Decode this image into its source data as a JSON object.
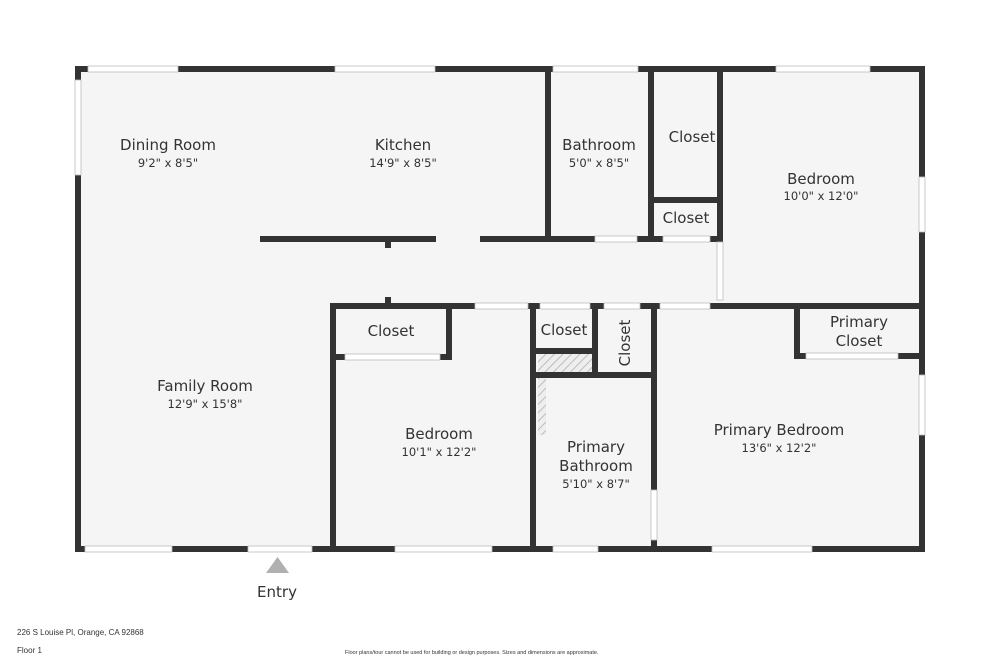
{
  "colors": {
    "wall": "#333333",
    "floor": "#f5f5f5",
    "window": "#ffffff",
    "entry_marker": "#b0b0b0"
  },
  "rooms": [
    {
      "name": "Dining Room",
      "dims": "9'2\" x 8'5\""
    },
    {
      "name": "Kitchen",
      "dims": "14'9\" x 8'5\""
    },
    {
      "name": "Bathroom",
      "dims": "5'0\" x 8'5\""
    },
    {
      "name": "Closet"
    },
    {
      "name": "Closet"
    },
    {
      "name": "Bedroom",
      "dims": "10'0\" x 12'0\""
    },
    {
      "name": "Closet"
    },
    {
      "name": "Closet"
    },
    {
      "name": "Closet"
    },
    {
      "name": "Primary Closet",
      "line1": "Primary",
      "line2": "Closet"
    },
    {
      "name": "Family Room",
      "dims": "12'9\" x 15'8\""
    },
    {
      "name": "Bedroom",
      "dims": "10'1\" x 12'2\""
    },
    {
      "name": "Primary Bathroom",
      "line1": "Primary",
      "line2": "Bathroom",
      "dims": "5'10\" x 8'7\""
    },
    {
      "name": "Primary Bedroom",
      "dims": "13'6\" x 12'2\""
    }
  ],
  "entry_label": "Entry",
  "footer": {
    "address": "226 S Louise Pl, Orange, CA 92868",
    "floor": "Floor 1",
    "disclaimer": "Floor plans/tour cannot be used for building or design purposes. Sizes and dimensions are approximate."
  }
}
